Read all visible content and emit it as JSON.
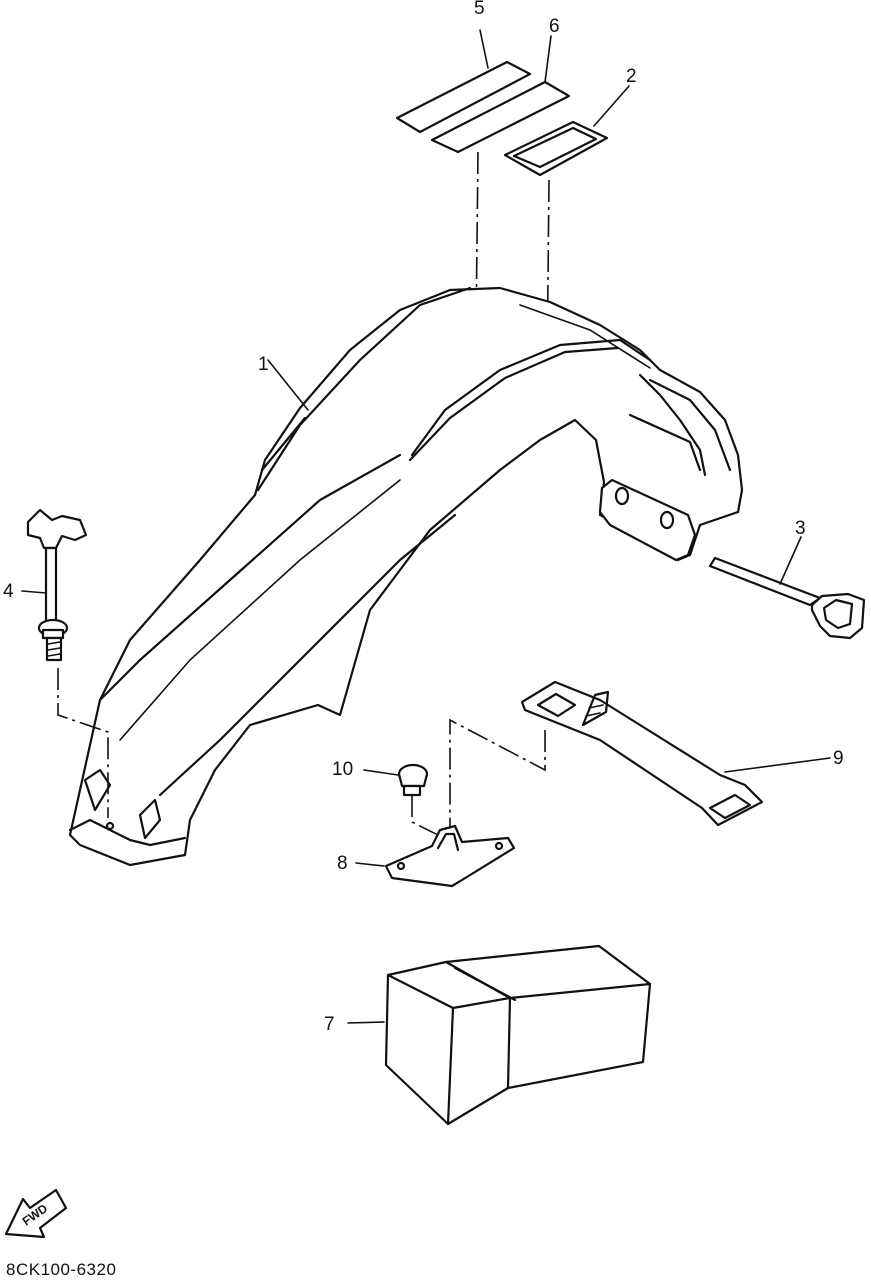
{
  "diagram_code": "8CK100-6320",
  "fwd_label": "FWD",
  "callouts": {
    "p1": "1",
    "p2": "2",
    "p3": "3",
    "p4": "4",
    "p5": "5",
    "p6": "6",
    "p7": "7",
    "p8": "8",
    "p9": "9",
    "p10": "10"
  }
}
